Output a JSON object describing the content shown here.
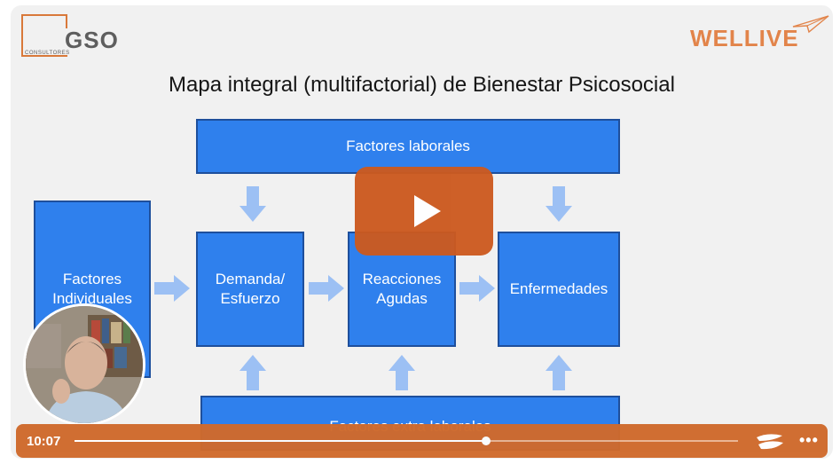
{
  "logos": {
    "gso_text": "GSO",
    "gso_sub": "CONSULTORES",
    "wellive_text": "WELLIVE"
  },
  "slide": {
    "title": "Mapa integral (multifactorial) de Bienestar Psicosocial",
    "boxes": {
      "factores_laborales": "Factores laborales",
      "factores_individuales": "Factores Individuales",
      "demanda": "Demanda/ Esfuerzo",
      "reacciones": "Reacciones Agudas",
      "enfermedades": "Enfermedades",
      "factores_extra": "Factores extra laborales"
    }
  },
  "player": {
    "time": "10:07",
    "progress": 0.62,
    "accent_color": "#cf6a2c",
    "play_icon": "play-icon",
    "more_icon": "more-dots-icon",
    "brand_icon": "wellive-wave-icon"
  }
}
